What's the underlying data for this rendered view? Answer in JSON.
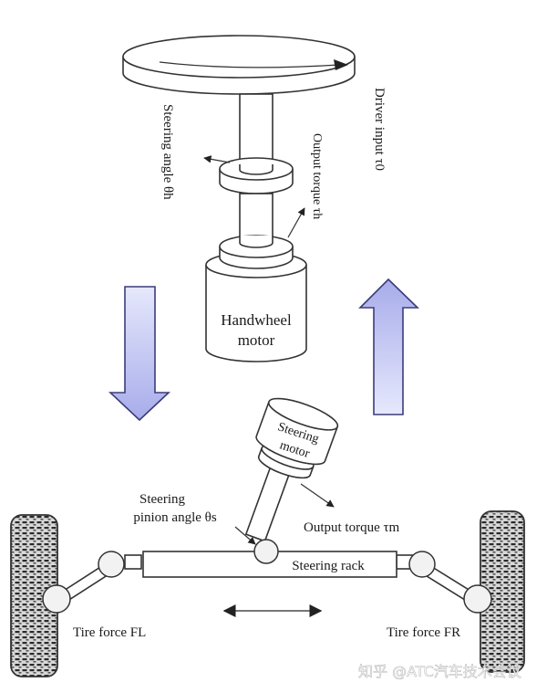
{
  "diagram": {
    "title": "Steer-by-wire system schematic",
    "labels": {
      "driver_input": "Driver input τ0",
      "steering_angle": "Steering angle θh",
      "output_torque_h": "Output torque τh",
      "handwheel_motor_line1": "Handwheel",
      "handwheel_motor_line2": "motor",
      "steering_motor_line1": "Steering",
      "steering_motor_line2": "motor",
      "pinion_angle_line1": "Steering",
      "pinion_angle_line2": "pinion angle θs",
      "output_torque_m": "Output torque τm",
      "steering_rack": "Steering rack",
      "tire_force_left": "Tire force FL",
      "tire_force_right": "Tire force FR"
    },
    "flow_arrows": [
      {
        "name": "command-down",
        "direction": "down"
      },
      {
        "name": "feedback-up",
        "direction": "up"
      }
    ],
    "colors": {
      "arrow_fill_top": "#e4e6fb",
      "arrow_fill_bottom": "#a9aeea",
      "arrow_stroke": "#3a3d7a",
      "tire_fill": "#9a9a9a"
    },
    "watermark": "知乎 @ATC汽车技术会议"
  }
}
